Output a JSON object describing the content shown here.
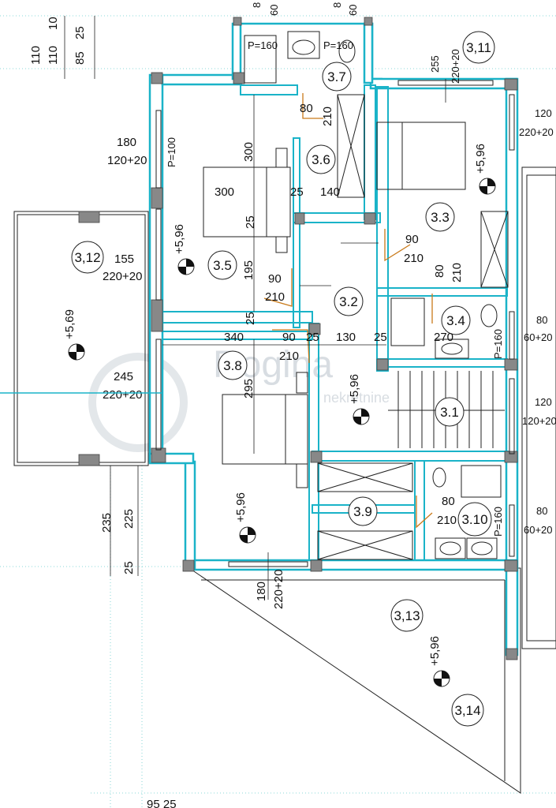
{
  "rooms": [
    {
      "id": "3.1",
      "label": "3.1"
    },
    {
      "id": "3.2",
      "label": "3.2"
    },
    {
      "id": "3.3",
      "label": "3.3"
    },
    {
      "id": "3.4",
      "label": "3.4"
    },
    {
      "id": "3.5",
      "label": "3.5"
    },
    {
      "id": "3.6",
      "label": "3.6"
    },
    {
      "id": "3.7",
      "label": "3.7"
    },
    {
      "id": "3.8",
      "label": "3.8"
    },
    {
      "id": "3.9",
      "label": "3.9"
    },
    {
      "id": "3.10",
      "label": "3.10"
    },
    {
      "id": "3.11",
      "label": "3,11"
    },
    {
      "id": "3.12",
      "label": "3,12"
    },
    {
      "id": "3.13",
      "label": "3,13"
    },
    {
      "id": "3.14",
      "label": "3,14"
    }
  ],
  "levels": {
    "main": "+5,96",
    "terrace": "+5,69"
  },
  "dims": {
    "top_left": [
      "110",
      "110",
      "10",
      "85",
      "25"
    ],
    "top_small": [
      "8",
      "60",
      "8",
      "60"
    ],
    "p160_a": "P=160",
    "p160_b": "P=160",
    "w255": "255",
    "w220_20_a": "220+20",
    "w120_a": "120",
    "w220_20_b": "220+20",
    "w180": "180",
    "w120_20_a": "120+20",
    "p100": "P=100",
    "h300": "300",
    "w300": "300",
    "w25_a": "25",
    "w140": "140",
    "w25_b": "25",
    "w155": "155",
    "w220_20_c": "220+20",
    "h195": "195",
    "d90_a": "90",
    "d210_a": "210",
    "d80_top": "80",
    "d210_top": "210",
    "d90_b": "90",
    "d210_b": "210",
    "d80_b": "80",
    "d210_c": "210",
    "w25_c": "25",
    "w340": "340",
    "d90_c": "90",
    "d210_d": "210",
    "w25_d": "25",
    "w130": "130",
    "w25_e": "25",
    "w270": "270",
    "p160_c": "P=160",
    "w80_a": "80",
    "w60_20_a": "60+20",
    "h295": "295",
    "w245": "245",
    "w220_20_d": "220+20",
    "w120_b": "120",
    "w120_20_b": "120+20",
    "d80_c": "80",
    "d210_e": "210",
    "p160_d": "P=160",
    "w80_b": "80",
    "w60_20_b": "60+20",
    "h235": "235",
    "h225": "225",
    "w25_f": "25",
    "w180_b": "180",
    "w220_20_e": "220+20",
    "bottom": "95   25"
  },
  "watermark": {
    "brand": "Rogina",
    "sub": "nekretnine"
  },
  "colors": {
    "wall": "#1ab3c8",
    "door": "#c97a1a",
    "column": "#888888"
  }
}
